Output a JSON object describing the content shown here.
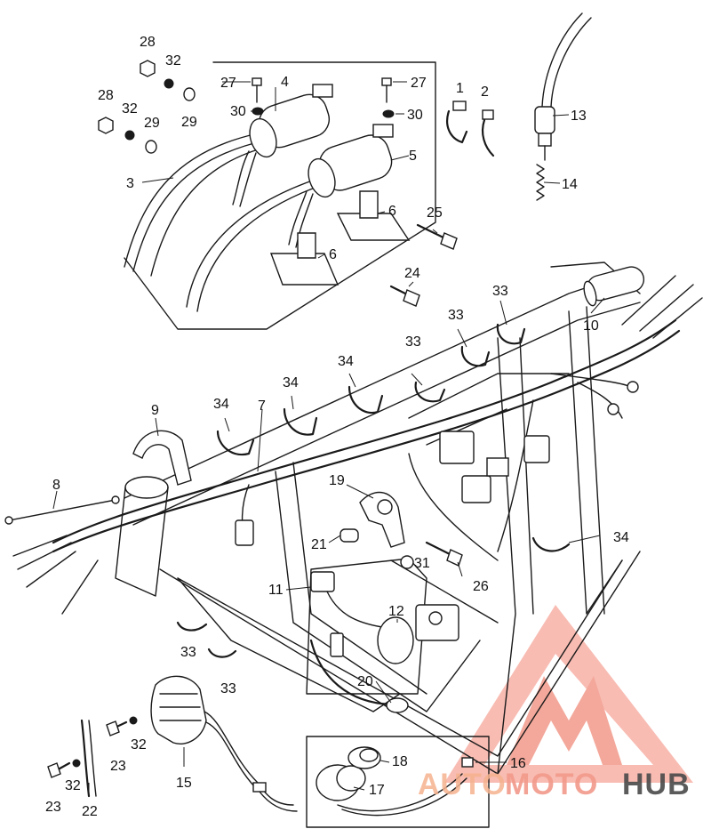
{
  "diagram": {
    "callouts": [
      {
        "id": "1",
        "label": "1"
      },
      {
        "id": "2",
        "label": "2"
      },
      {
        "id": "3",
        "label": "3"
      },
      {
        "id": "4",
        "label": "4"
      },
      {
        "id": "5",
        "label": "5"
      },
      {
        "id": "6a",
        "label": "6"
      },
      {
        "id": "6b",
        "label": "6"
      },
      {
        "id": "7",
        "label": "7"
      },
      {
        "id": "8",
        "label": "8"
      },
      {
        "id": "9",
        "label": "9"
      },
      {
        "id": "10",
        "label": "10"
      },
      {
        "id": "11",
        "label": "11"
      },
      {
        "id": "12",
        "label": "12"
      },
      {
        "id": "13",
        "label": "13"
      },
      {
        "id": "14",
        "label": "14"
      },
      {
        "id": "15",
        "label": "15"
      },
      {
        "id": "16",
        "label": "16"
      },
      {
        "id": "17",
        "label": "17"
      },
      {
        "id": "18",
        "label": "18"
      },
      {
        "id": "19",
        "label": "19"
      },
      {
        "id": "20",
        "label": "20"
      },
      {
        "id": "21",
        "label": "21"
      },
      {
        "id": "22",
        "label": "22"
      },
      {
        "id": "23a",
        "label": "23"
      },
      {
        "id": "23b",
        "label": "23"
      },
      {
        "id": "24",
        "label": "24"
      },
      {
        "id": "25",
        "label": "25"
      },
      {
        "id": "26",
        "label": "26"
      },
      {
        "id": "27a",
        "label": "27"
      },
      {
        "id": "27b",
        "label": "27"
      },
      {
        "id": "28a",
        "label": "28"
      },
      {
        "id": "28b",
        "label": "28"
      },
      {
        "id": "29a",
        "label": "29"
      },
      {
        "id": "29b",
        "label": "29"
      },
      {
        "id": "30a",
        "label": "30"
      },
      {
        "id": "30b",
        "label": "30"
      },
      {
        "id": "31",
        "label": "31"
      },
      {
        "id": "32a",
        "label": "32"
      },
      {
        "id": "32b",
        "label": "32"
      },
      {
        "id": "32c",
        "label": "32"
      },
      {
        "id": "32d",
        "label": "32"
      },
      {
        "id": "33a",
        "label": "33"
      },
      {
        "id": "33b",
        "label": "33"
      },
      {
        "id": "33c",
        "label": "33"
      },
      {
        "id": "33d",
        "label": "33"
      },
      {
        "id": "33e",
        "label": "33"
      },
      {
        "id": "34a",
        "label": "34"
      },
      {
        "id": "34b",
        "label": "34"
      },
      {
        "id": "34c",
        "label": "34"
      },
      {
        "id": "34d",
        "label": "34"
      }
    ]
  },
  "watermark": {
    "text_auto": "AUTO",
    "text_moto": "MOTO",
    "text_hub": "HUB",
    "color_primary": "#f29a8a",
    "color_accent": "#f6b28f",
    "color_dark": "#4a4a4a"
  }
}
